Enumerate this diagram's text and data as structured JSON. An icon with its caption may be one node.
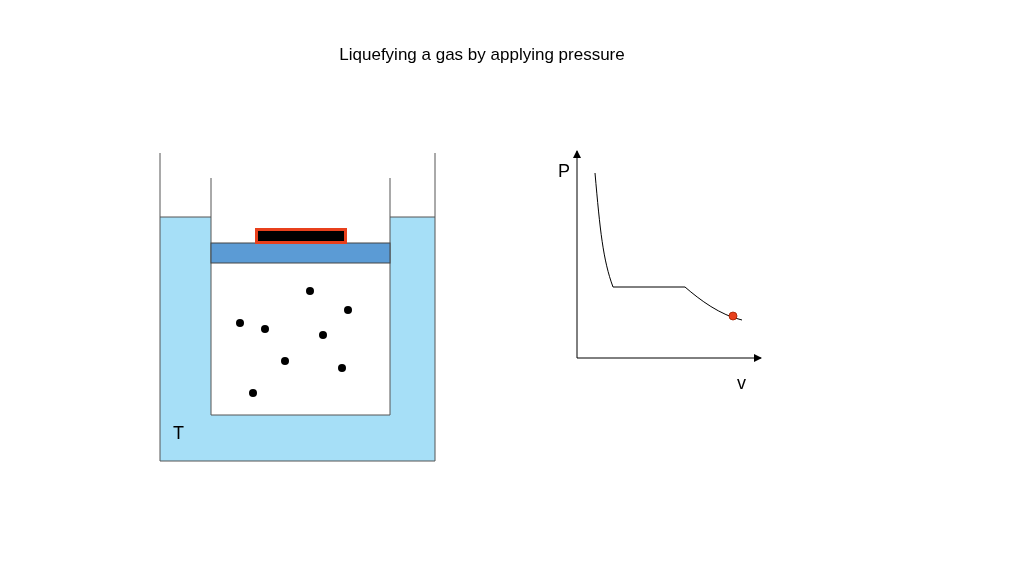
{
  "diagram": {
    "title": "Liquefying a gas by applying pressure",
    "labels": [
      "P",
      "v",
      "T"
    ]
  }
}
